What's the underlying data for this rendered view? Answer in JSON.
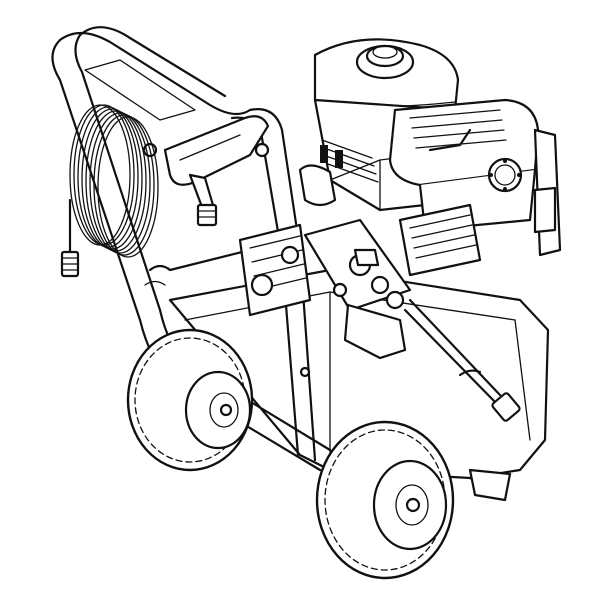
{
  "figure": {
    "subject": "pressure-washer",
    "colors": {
      "line": "#111111",
      "background": "#ffffff"
    },
    "parts": [
      "handle-frame",
      "coiled-hose",
      "spray-gun",
      "engine",
      "fuel-cap",
      "air-filter-cover",
      "muffler",
      "pump",
      "high-pressure-outlet",
      "chassis-base",
      "front-wheel-left",
      "front-wheel-right",
      "rear-support-foot"
    ]
  }
}
